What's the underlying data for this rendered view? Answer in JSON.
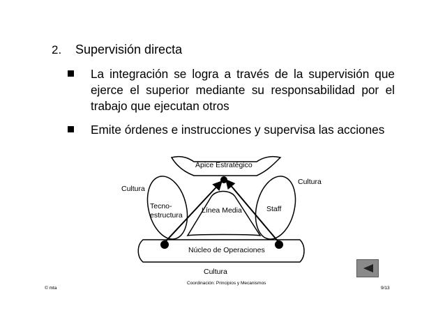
{
  "heading": {
    "number": "2.",
    "title": "Supervisión directa"
  },
  "bullets": [
    {
      "text": "La integración se logra a través de la supervisión que ejerce el superior mediante  su responsabilidad por el trabajo que ejecutan otros"
    },
    {
      "text": "Emite órdenes e instrucciones y supervisa las acciones"
    }
  ],
  "diagram": {
    "apex": "Ápice Estratégico",
    "culture_left": "Cultura",
    "culture_right": "Cultura",
    "culture_bottom": "Cultura",
    "techno_line1": "Tecno-",
    "techno_line2": "estructura",
    "middle_line": "Línea Media",
    "staff": "Staff",
    "operating_core": "Núcleo de Operaciones"
  },
  "footer": {
    "author": "© mta",
    "center": "Coordinación: Principios y Mecanismos",
    "page": "9/13"
  },
  "navigation": {
    "icon": "triangle-left-icon"
  }
}
